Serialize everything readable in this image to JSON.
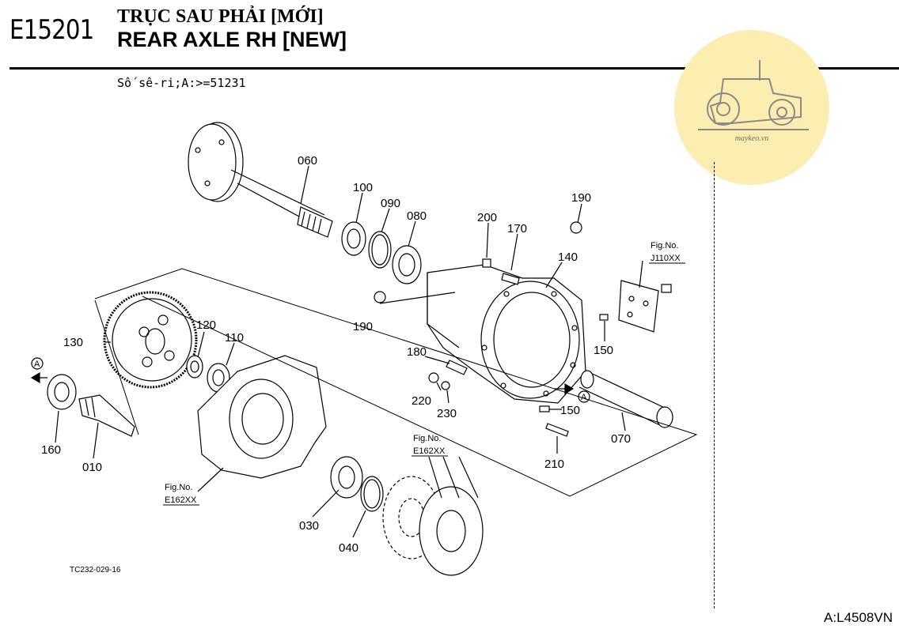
{
  "header": {
    "code": "E15201",
    "title_vi": "TRỤC SAU PHẢI [MỚI]",
    "title_en": "REAR AXLE RH [NEW]",
    "serial_note": "Số sê-ri;A:>=51231"
  },
  "logo": {
    "text": "maykeo.vn",
    "icon": "tractor-icon",
    "color": "#fbeeb0"
  },
  "parts": {
    "p060": "060",
    "p100": "100",
    "p090": "090",
    "p080": "080",
    "p190a": "190",
    "p200": "200",
    "p170": "170",
    "p140": "140",
    "p190b": "190",
    "p120": "120",
    "p110": "110",
    "p130": "130",
    "p180": "180",
    "p150a": "150",
    "p220": "220",
    "p230": "230",
    "p150b": "150",
    "p210": "210",
    "p070": "070",
    "p160": "160",
    "p010": "010",
    "p030": "030",
    "p040": "040"
  },
  "fig_refs": {
    "j110": {
      "line1": "Fig.No.",
      "line2": "J110XX"
    },
    "e162a": {
      "line1": "Fig.No.",
      "line2": "E162XX"
    },
    "e162b": {
      "line1": "Fig.No.",
      "line2": "E162XX"
    }
  },
  "markers": {
    "a_left": "A",
    "a_right": "A"
  },
  "drawing_ref": "TC232-029-16",
  "footer": "A:L4508VN"
}
